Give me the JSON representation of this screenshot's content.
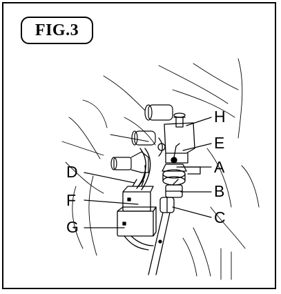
{
  "figure": {
    "label": "FIG.3"
  },
  "callouts": {
    "H": "H",
    "E": "E",
    "A": "A",
    "B": "B",
    "C": "C",
    "D": "D",
    "F": "F",
    "G": "G"
  },
  "colors": {
    "ink": "#000000",
    "paper": "#ffffff"
  }
}
